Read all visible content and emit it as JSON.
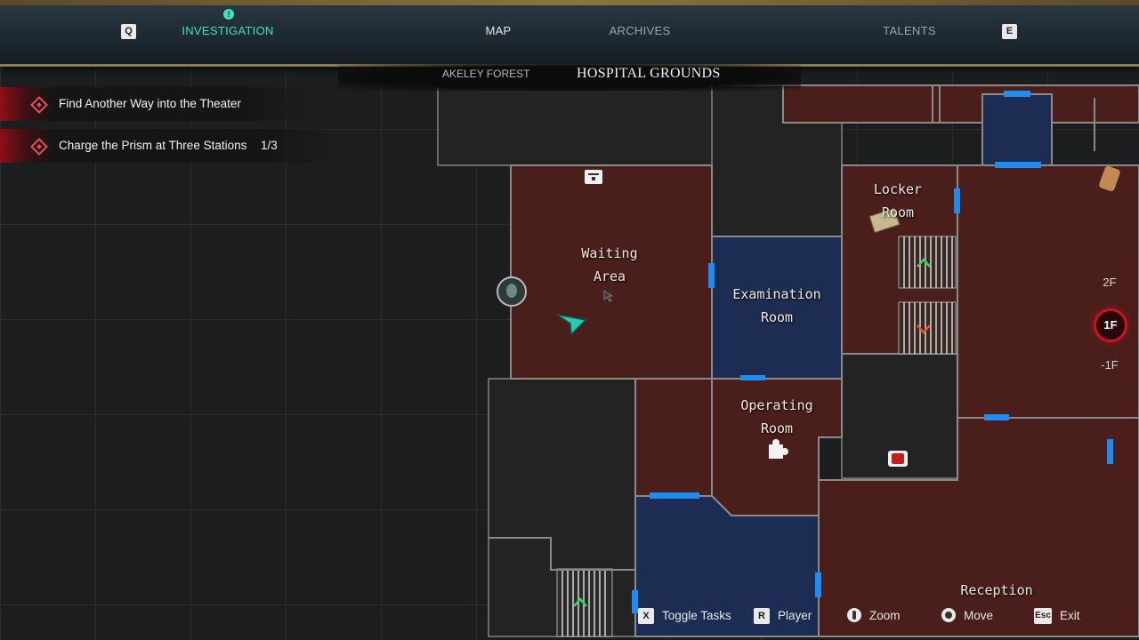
{
  "nav": {
    "left_key": "Q",
    "right_key": "E",
    "badge": "!",
    "tabs": [
      {
        "label": "INVESTIGATION",
        "active": true
      },
      {
        "label": "MAP",
        "active": false
      },
      {
        "label": "ARCHIVES",
        "active": false
      },
      {
        "label": "TALENTS",
        "active": false
      }
    ]
  },
  "subnav": {
    "region": "AKELEY FOREST",
    "current": "HOSPITAL GROUNDS"
  },
  "objectives": [
    {
      "text": "Find Another Way into the Theater",
      "progress": ""
    },
    {
      "text": "Charge the Prism at Three Stations",
      "progress": "1/3"
    }
  ],
  "rooms": {
    "waiting_area": [
      "Waiting",
      "Area"
    ],
    "examination_room": [
      "Examination",
      "Room"
    ],
    "locker_room": [
      "Locker",
      "Room"
    ],
    "operating_room": [
      "Operating",
      "Room"
    ],
    "reception": "Reception"
  },
  "floors": {
    "upper": "2F",
    "current": "1F",
    "lower": "-1F"
  },
  "hints": [
    {
      "key": "X",
      "label": "Toggle Tasks"
    },
    {
      "key": "R",
      "label": "Player"
    },
    {
      "key": "",
      "label": "Zoom"
    },
    {
      "key": "",
      "label": "Move"
    },
    {
      "key": "Esc",
      "label": "Exit"
    }
  ],
  "colors": {
    "room_red": "#4a1e1a",
    "room_blue": "#1d2c52",
    "door_blue": "#1e8cf0",
    "accent_teal": "#3fe0c8",
    "floor_red": "#c01820"
  }
}
